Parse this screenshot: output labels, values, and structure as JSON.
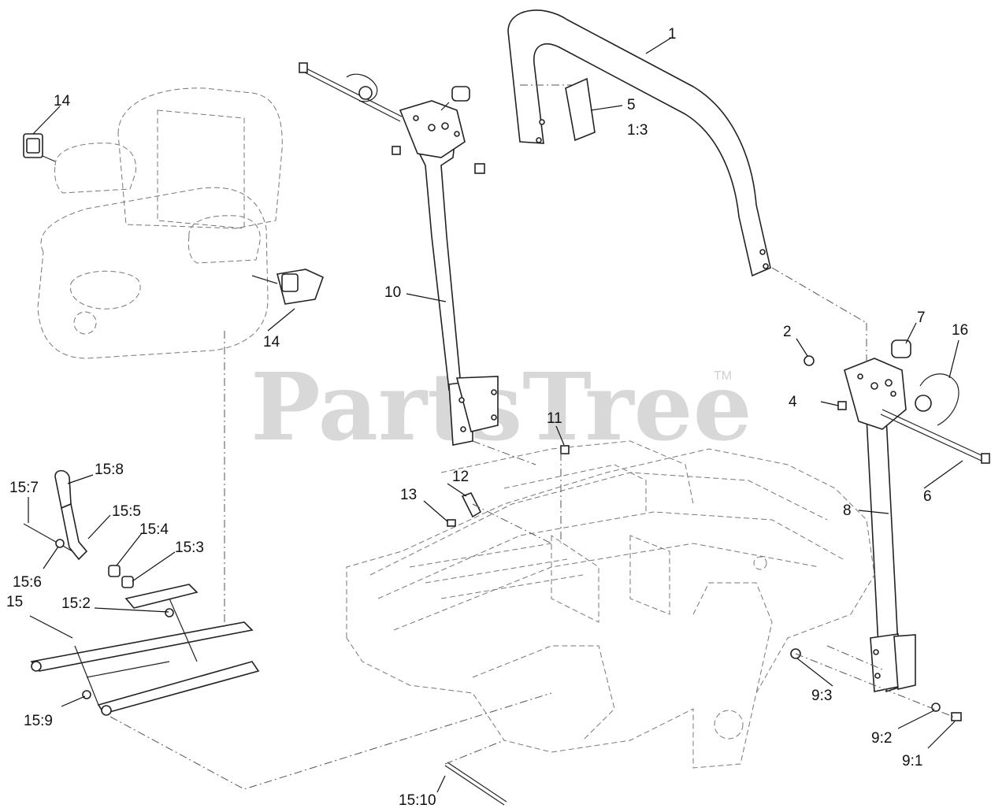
{
  "watermark": {
    "text": "PartsTree",
    "trademark": "TM"
  },
  "callouts": {
    "c1": "1",
    "c2": "2",
    "c4": "4",
    "c5": "5",
    "c5q": "1:3",
    "c6": "6",
    "c7": "7",
    "c8": "8",
    "c9_1": "9:1",
    "c9_2": "9:2",
    "c9_3": "9:3",
    "c10": "10",
    "c11": "11",
    "c12": "12",
    "c13": "13",
    "c14a": "14",
    "c14b": "14",
    "c15": "15",
    "c15_2": "15:2",
    "c15_3": "15:3",
    "c15_4": "15:4",
    "c15_5": "15:5",
    "c15_6": "15:6",
    "c15_7": "15:7",
    "c15_8": "15:8",
    "c15_9": "15:9",
    "c15_10": "15:10",
    "c16": "16"
  }
}
